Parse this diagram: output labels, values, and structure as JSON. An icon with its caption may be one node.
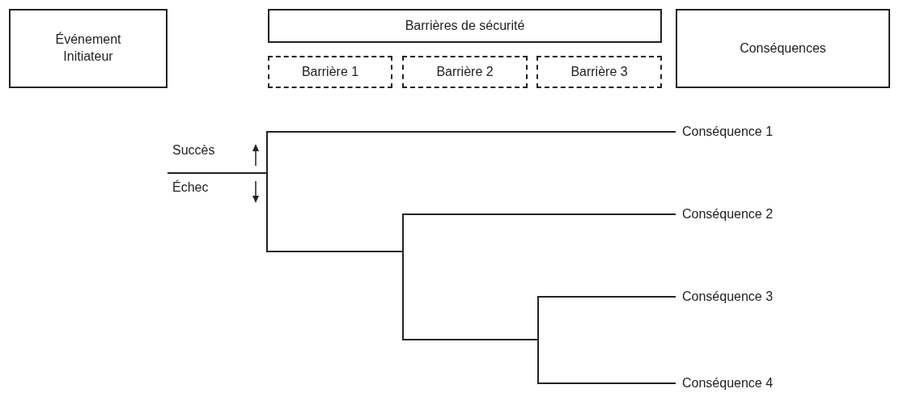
{
  "diagram": {
    "nodes": [
      {
        "text": [
          "Événement Initiateur"
        ]
      },
      {
        "text": [
          "Barrières de sécurité"
        ]
      },
      {
        "text": [
          "Barrière 1"
        ]
      },
      {
        "text": [
          "Barrière 2"
        ]
      },
      {
        "text": [
          "Barrière 3"
        ]
      },
      {
        "text": [
          "Conséquences"
        ]
      },
      {
        "text": [
          "Conséquence 1"
        ]
      },
      {
        "text": [
          "Conséquence 2"
        ]
      },
      {
        "text": [
          "Conséquence 3"
        ]
      },
      {
        "text": [
          "Conséquence 4"
        ]
      }
    ],
    "edges": [
      {
        "from": null,
        "to": 6,
        "arrow": "none"
      },
      {
        "from": null,
        "to": 7,
        "arrow": "none"
      },
      {
        "from": null,
        "to": 8,
        "arrow": "none"
      },
      {
        "from": null,
        "to": 9,
        "arrow": "none"
      }
    ],
    "labels": [
      "Succès",
      "Échec"
    ]
  }
}
